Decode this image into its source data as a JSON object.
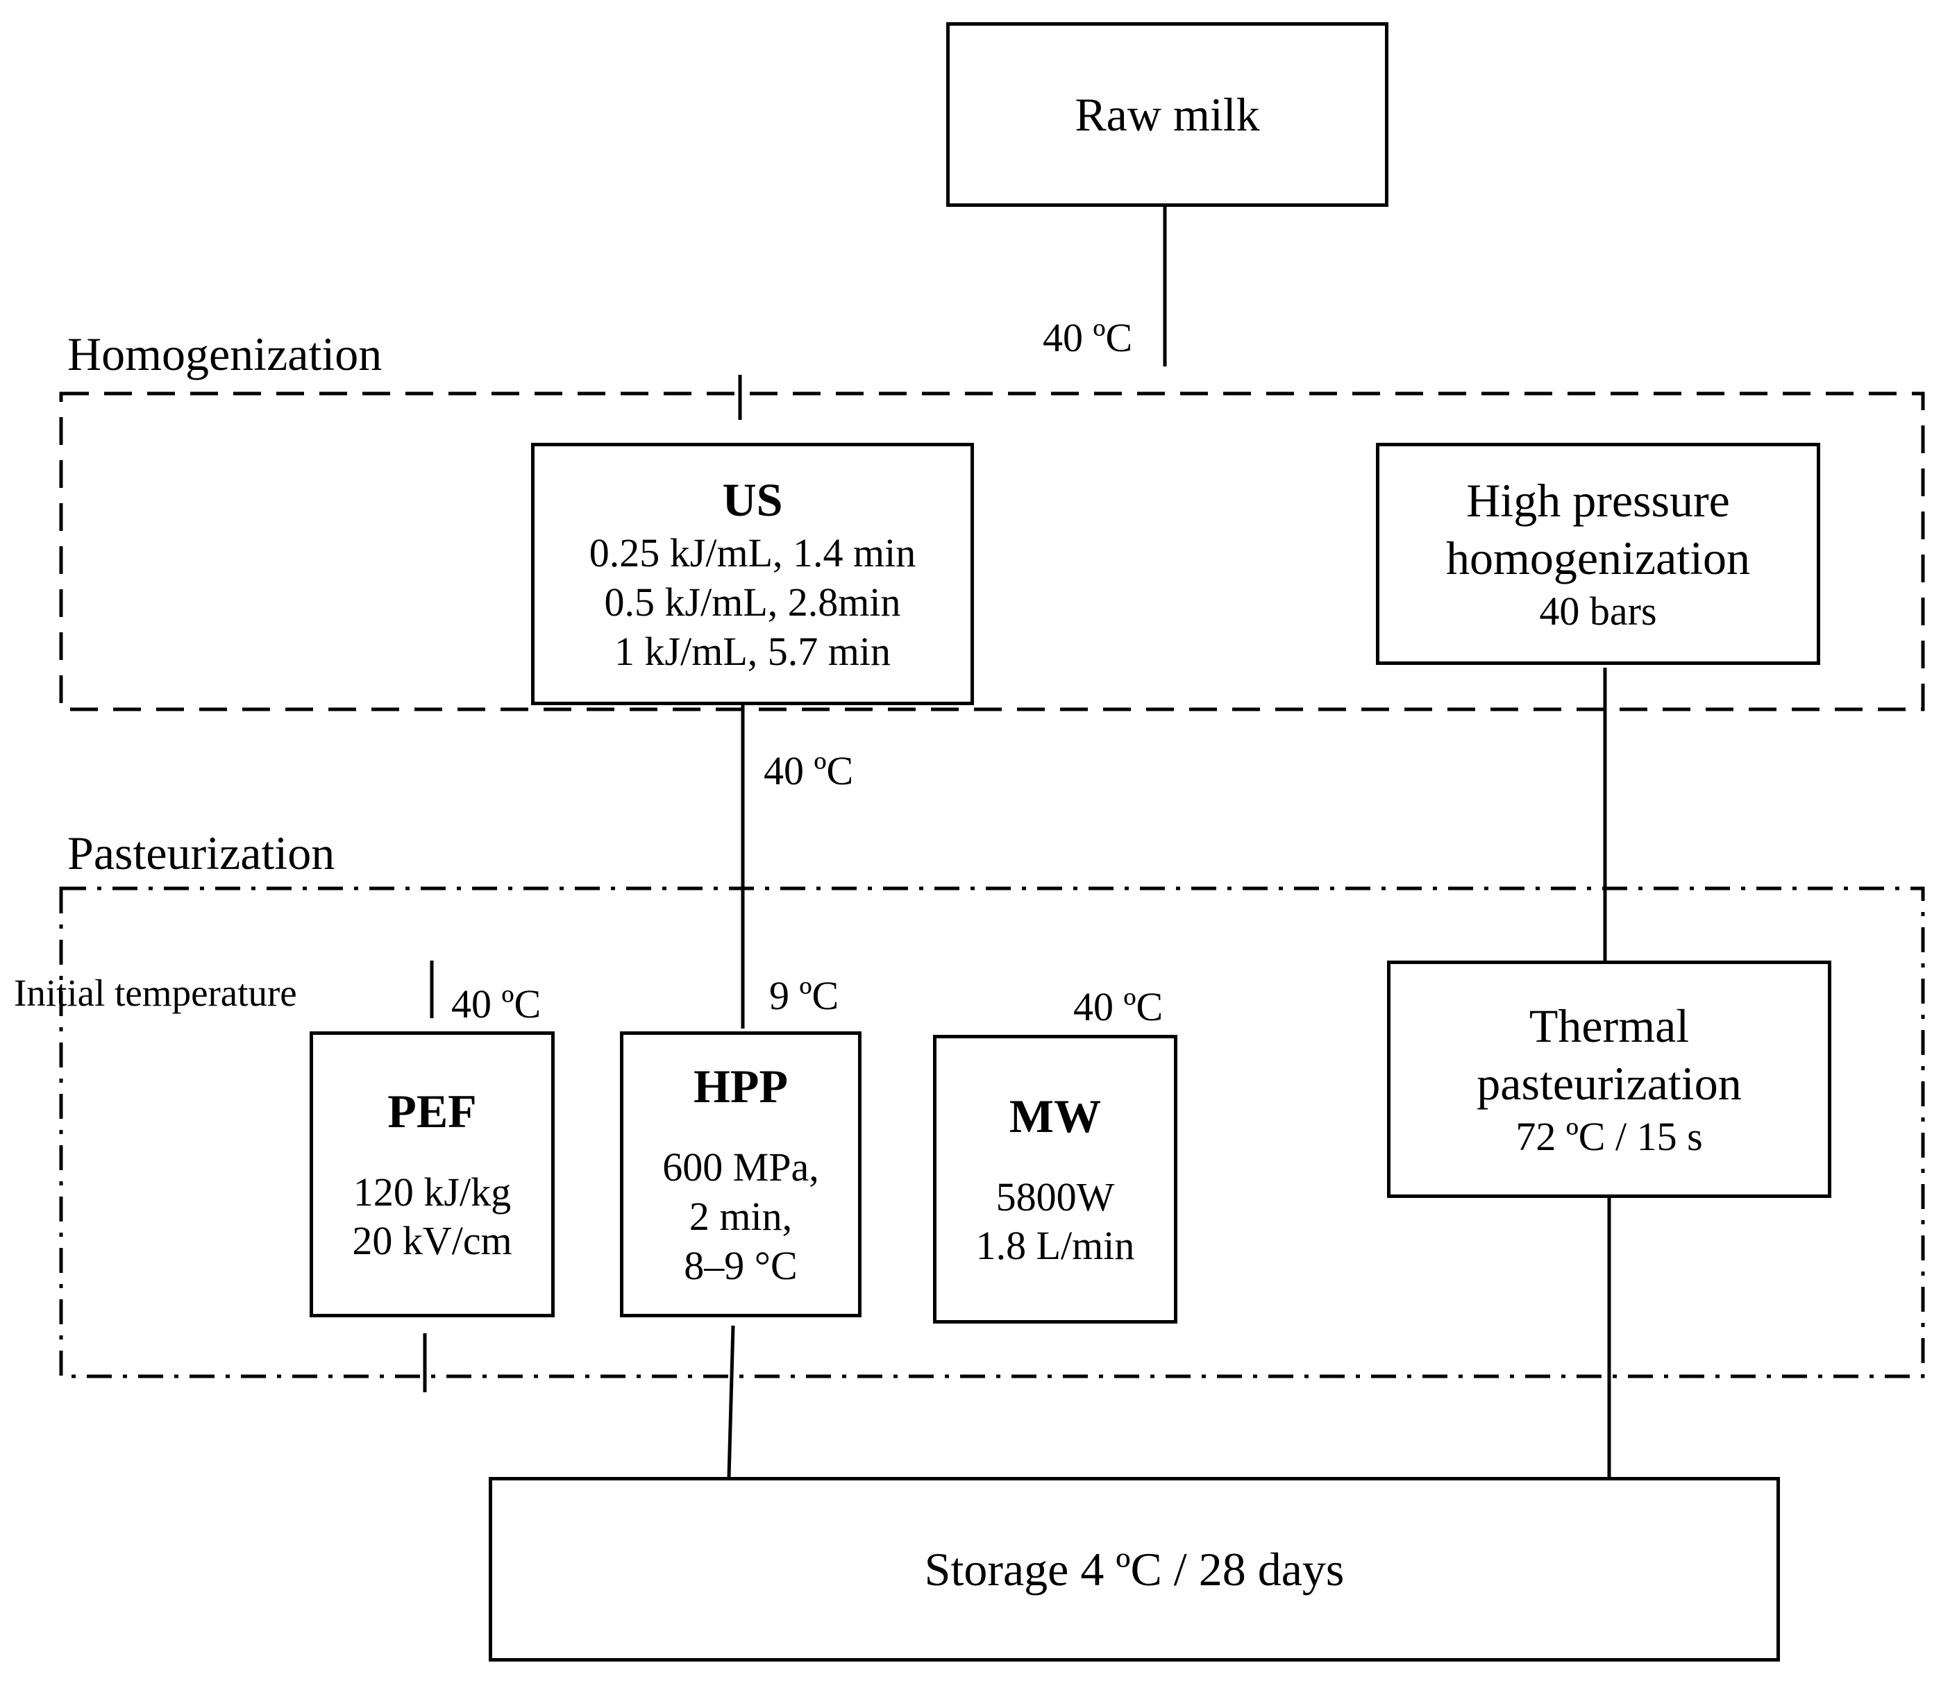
{
  "nodes": {
    "raw_milk": {
      "label": "Raw milk"
    },
    "us": {
      "title": "US",
      "lines": [
        "0.25 kJ/mL, 1.4 min",
        "0.5 kJ/mL, 2.8min",
        "1 kJ/mL, 5.7 min"
      ]
    },
    "hph": {
      "lines": [
        "High pressure",
        "homogenization",
        "40 bars"
      ]
    },
    "pef": {
      "title": "PEF",
      "lines": [
        "120 kJ/kg",
        "20 kV/cm"
      ]
    },
    "hpp": {
      "title": "HPP",
      "lines": [
        "600 MPa,",
        "2 min,",
        "8–9 °C"
      ]
    },
    "mw": {
      "title": "MW",
      "lines": [
        "5800W",
        "1.8 L/min"
      ]
    },
    "thermal": {
      "lines": [
        "Thermal",
        "pasteurization",
        "72 ºC / 15 s"
      ]
    },
    "storage": {
      "label": "Storage 4 ºC / 28 days"
    }
  },
  "sections": {
    "homogenization": "Homogenization",
    "pasteurization": "Pasteurization",
    "initial_temperature": "Initial temperature"
  },
  "temperatures": {
    "raw_split": "40 ºC",
    "us_out": "40 ºC",
    "pef_in": "40 ºC",
    "hpp_in": "9 ºC",
    "mw_in": "40 ºC"
  },
  "colors": {
    "line": "#000000",
    "background": "#ffffff"
  }
}
